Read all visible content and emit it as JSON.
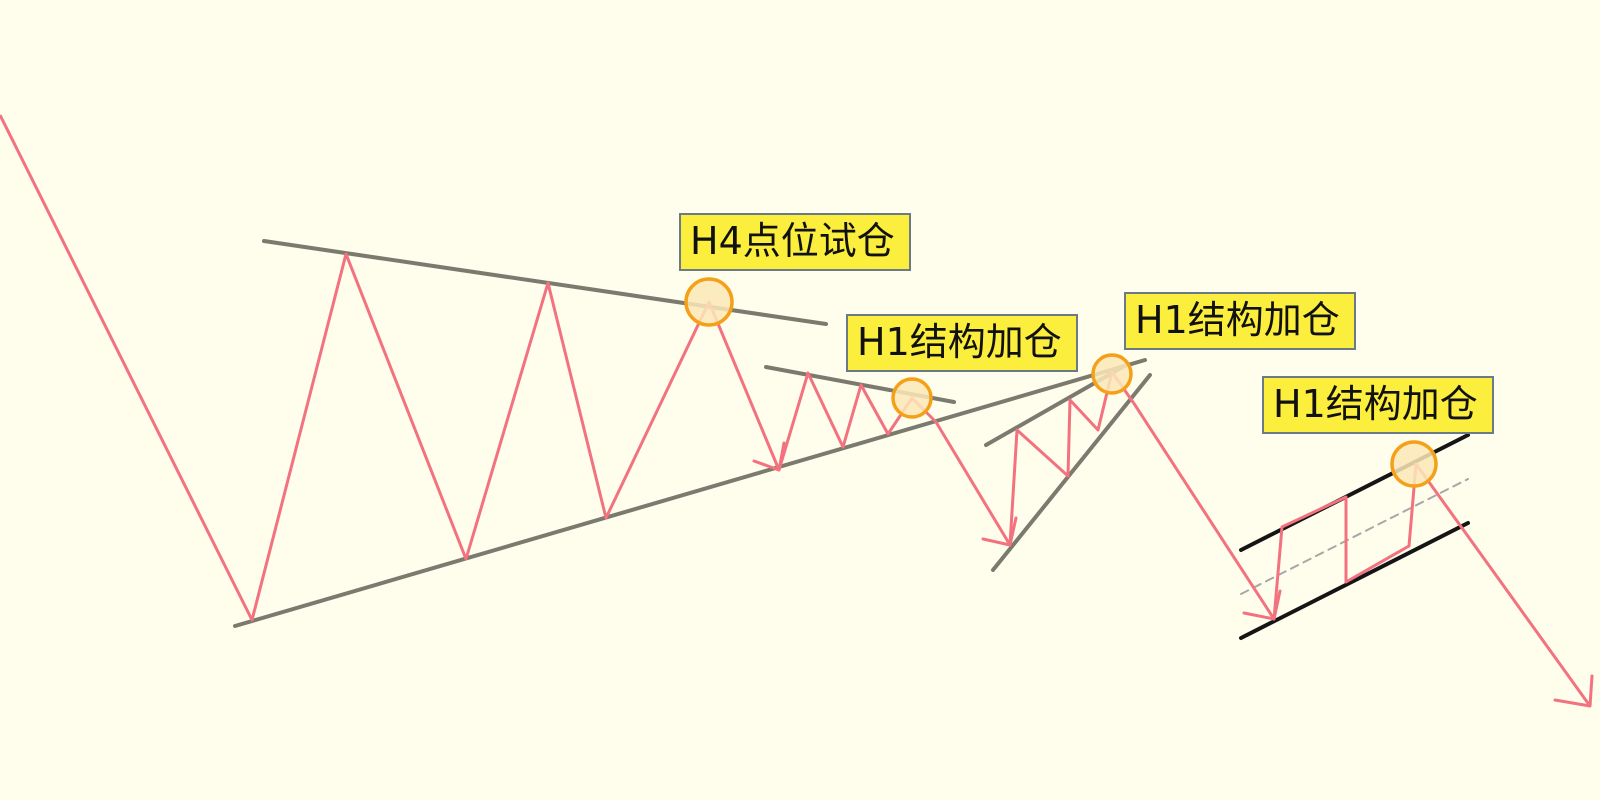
{
  "colors": {
    "background": "#fffdec",
    "price_path": "#f2727f",
    "trendline_gray": "#7a7a6e",
    "trendline_black": "#151515",
    "dashed_midline": "#a8a8a8",
    "marker_stroke": "#f4a018",
    "marker_fill": "#fde7b9",
    "label_fill": "#fcee3c",
    "label_border": "#6a7a86"
  },
  "labels": {
    "h4_trial": "H4点位试仓",
    "h1_add_1": "H1结构加仓",
    "h1_add_2": "H1结构加仓",
    "h1_add_3": "H1结构加仓"
  }
}
